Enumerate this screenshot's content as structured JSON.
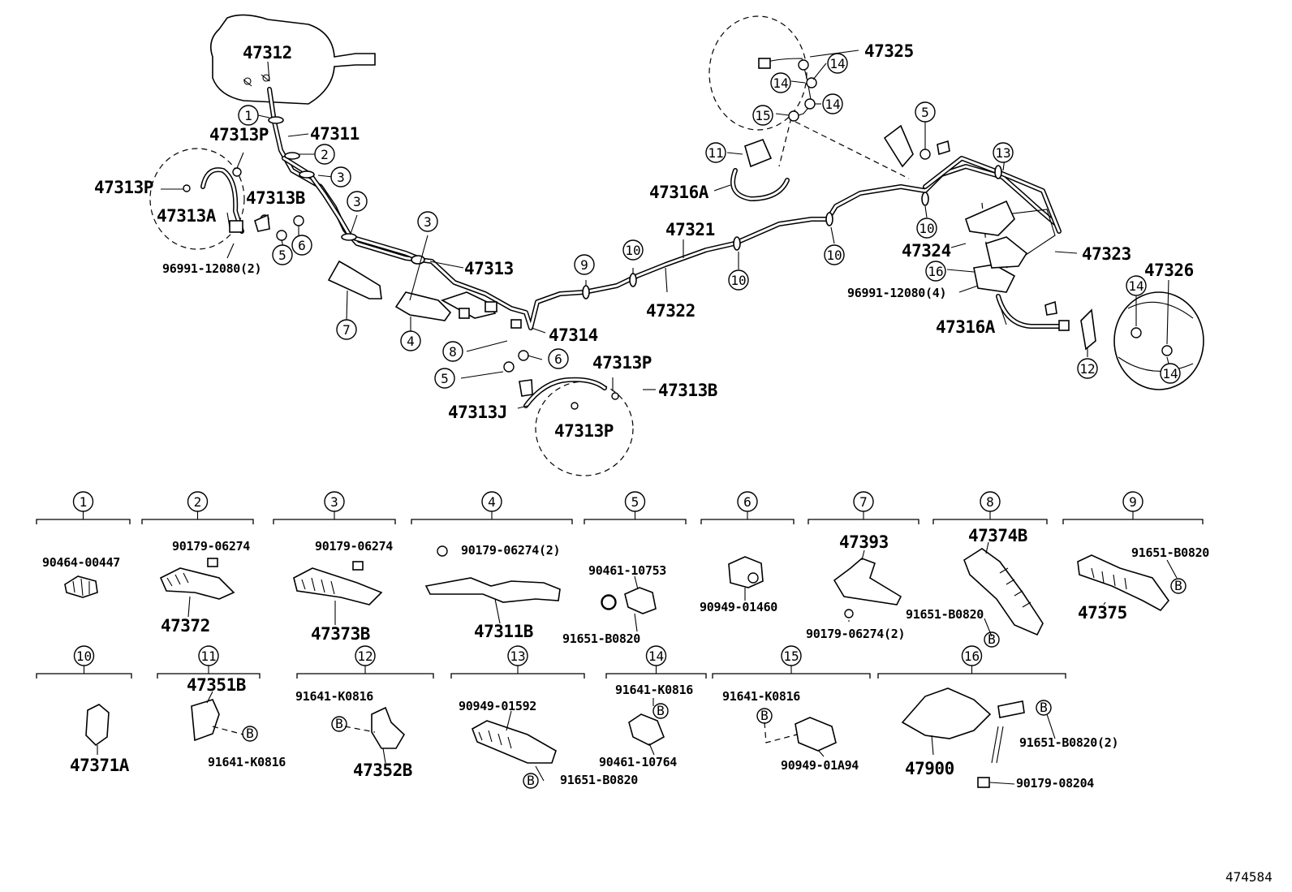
{
  "diagram_code": "474584",
  "callout_labels": {
    "p47312": "47312",
    "p47311": "47311",
    "p47313P_a": "47313P",
    "p47313P_b": "47313P",
    "p47313B_a": "47313B",
    "p47313A": "47313A",
    "p96991_a": "96991-12080(2)",
    "p47313": "47313",
    "p47314": "47314",
    "p47313P_c": "47313P",
    "p47313B_b": "47313B",
    "p47313J": "47313J",
    "p47313P_d": "47313P",
    "p47321": "47321",
    "p47322": "47322",
    "p47325": "47325",
    "p47316A_a": "47316A",
    "p47324": "47324",
    "p47323": "47323",
    "p96991_b": "96991-12080(4)",
    "p47316A_b": "47316A",
    "p47326": "47326"
  },
  "ref_numbers": [
    "1",
    "2",
    "3",
    "4",
    "5",
    "6",
    "7",
    "8",
    "9",
    "10",
    "11",
    "12",
    "13",
    "14",
    "15",
    "16"
  ],
  "bolt_marker": "B",
  "groups": [
    {
      "ref": "1",
      "parts": [
        "90464-00447"
      ]
    },
    {
      "ref": "2",
      "parts": [
        "90179-06274",
        "47372"
      ]
    },
    {
      "ref": "3",
      "parts": [
        "90179-06274",
        "47373B"
      ]
    },
    {
      "ref": "4",
      "parts": [
        "90179-06274(2)",
        "47311B"
      ]
    },
    {
      "ref": "5",
      "parts": [
        "90461-10753",
        "91651-B0820"
      ]
    },
    {
      "ref": "6",
      "parts": [
        "90949-01460"
      ]
    },
    {
      "ref": "7",
      "parts": [
        "47393",
        "90179-06274(2)"
      ]
    },
    {
      "ref": "8",
      "parts": [
        "47374B",
        "91651-B0820"
      ]
    },
    {
      "ref": "9",
      "parts": [
        "91651-B0820",
        "47375"
      ]
    },
    {
      "ref": "10",
      "parts": [
        "47371A"
      ]
    },
    {
      "ref": "11",
      "parts": [
        "47351B",
        "91641-K0816"
      ]
    },
    {
      "ref": "12",
      "parts": [
        "91641-K0816",
        "47352B"
      ]
    },
    {
      "ref": "13",
      "parts": [
        "90949-01592",
        "91651-B0820"
      ]
    },
    {
      "ref": "14",
      "parts": [
        "91641-K0816",
        "90461-10764"
      ]
    },
    {
      "ref": "15",
      "parts": [
        "91641-K0816",
        "90949-01A94"
      ]
    },
    {
      "ref": "16",
      "parts": [
        "47900",
        "91651-B0820(2)",
        "90179-08204"
      ]
    }
  ]
}
